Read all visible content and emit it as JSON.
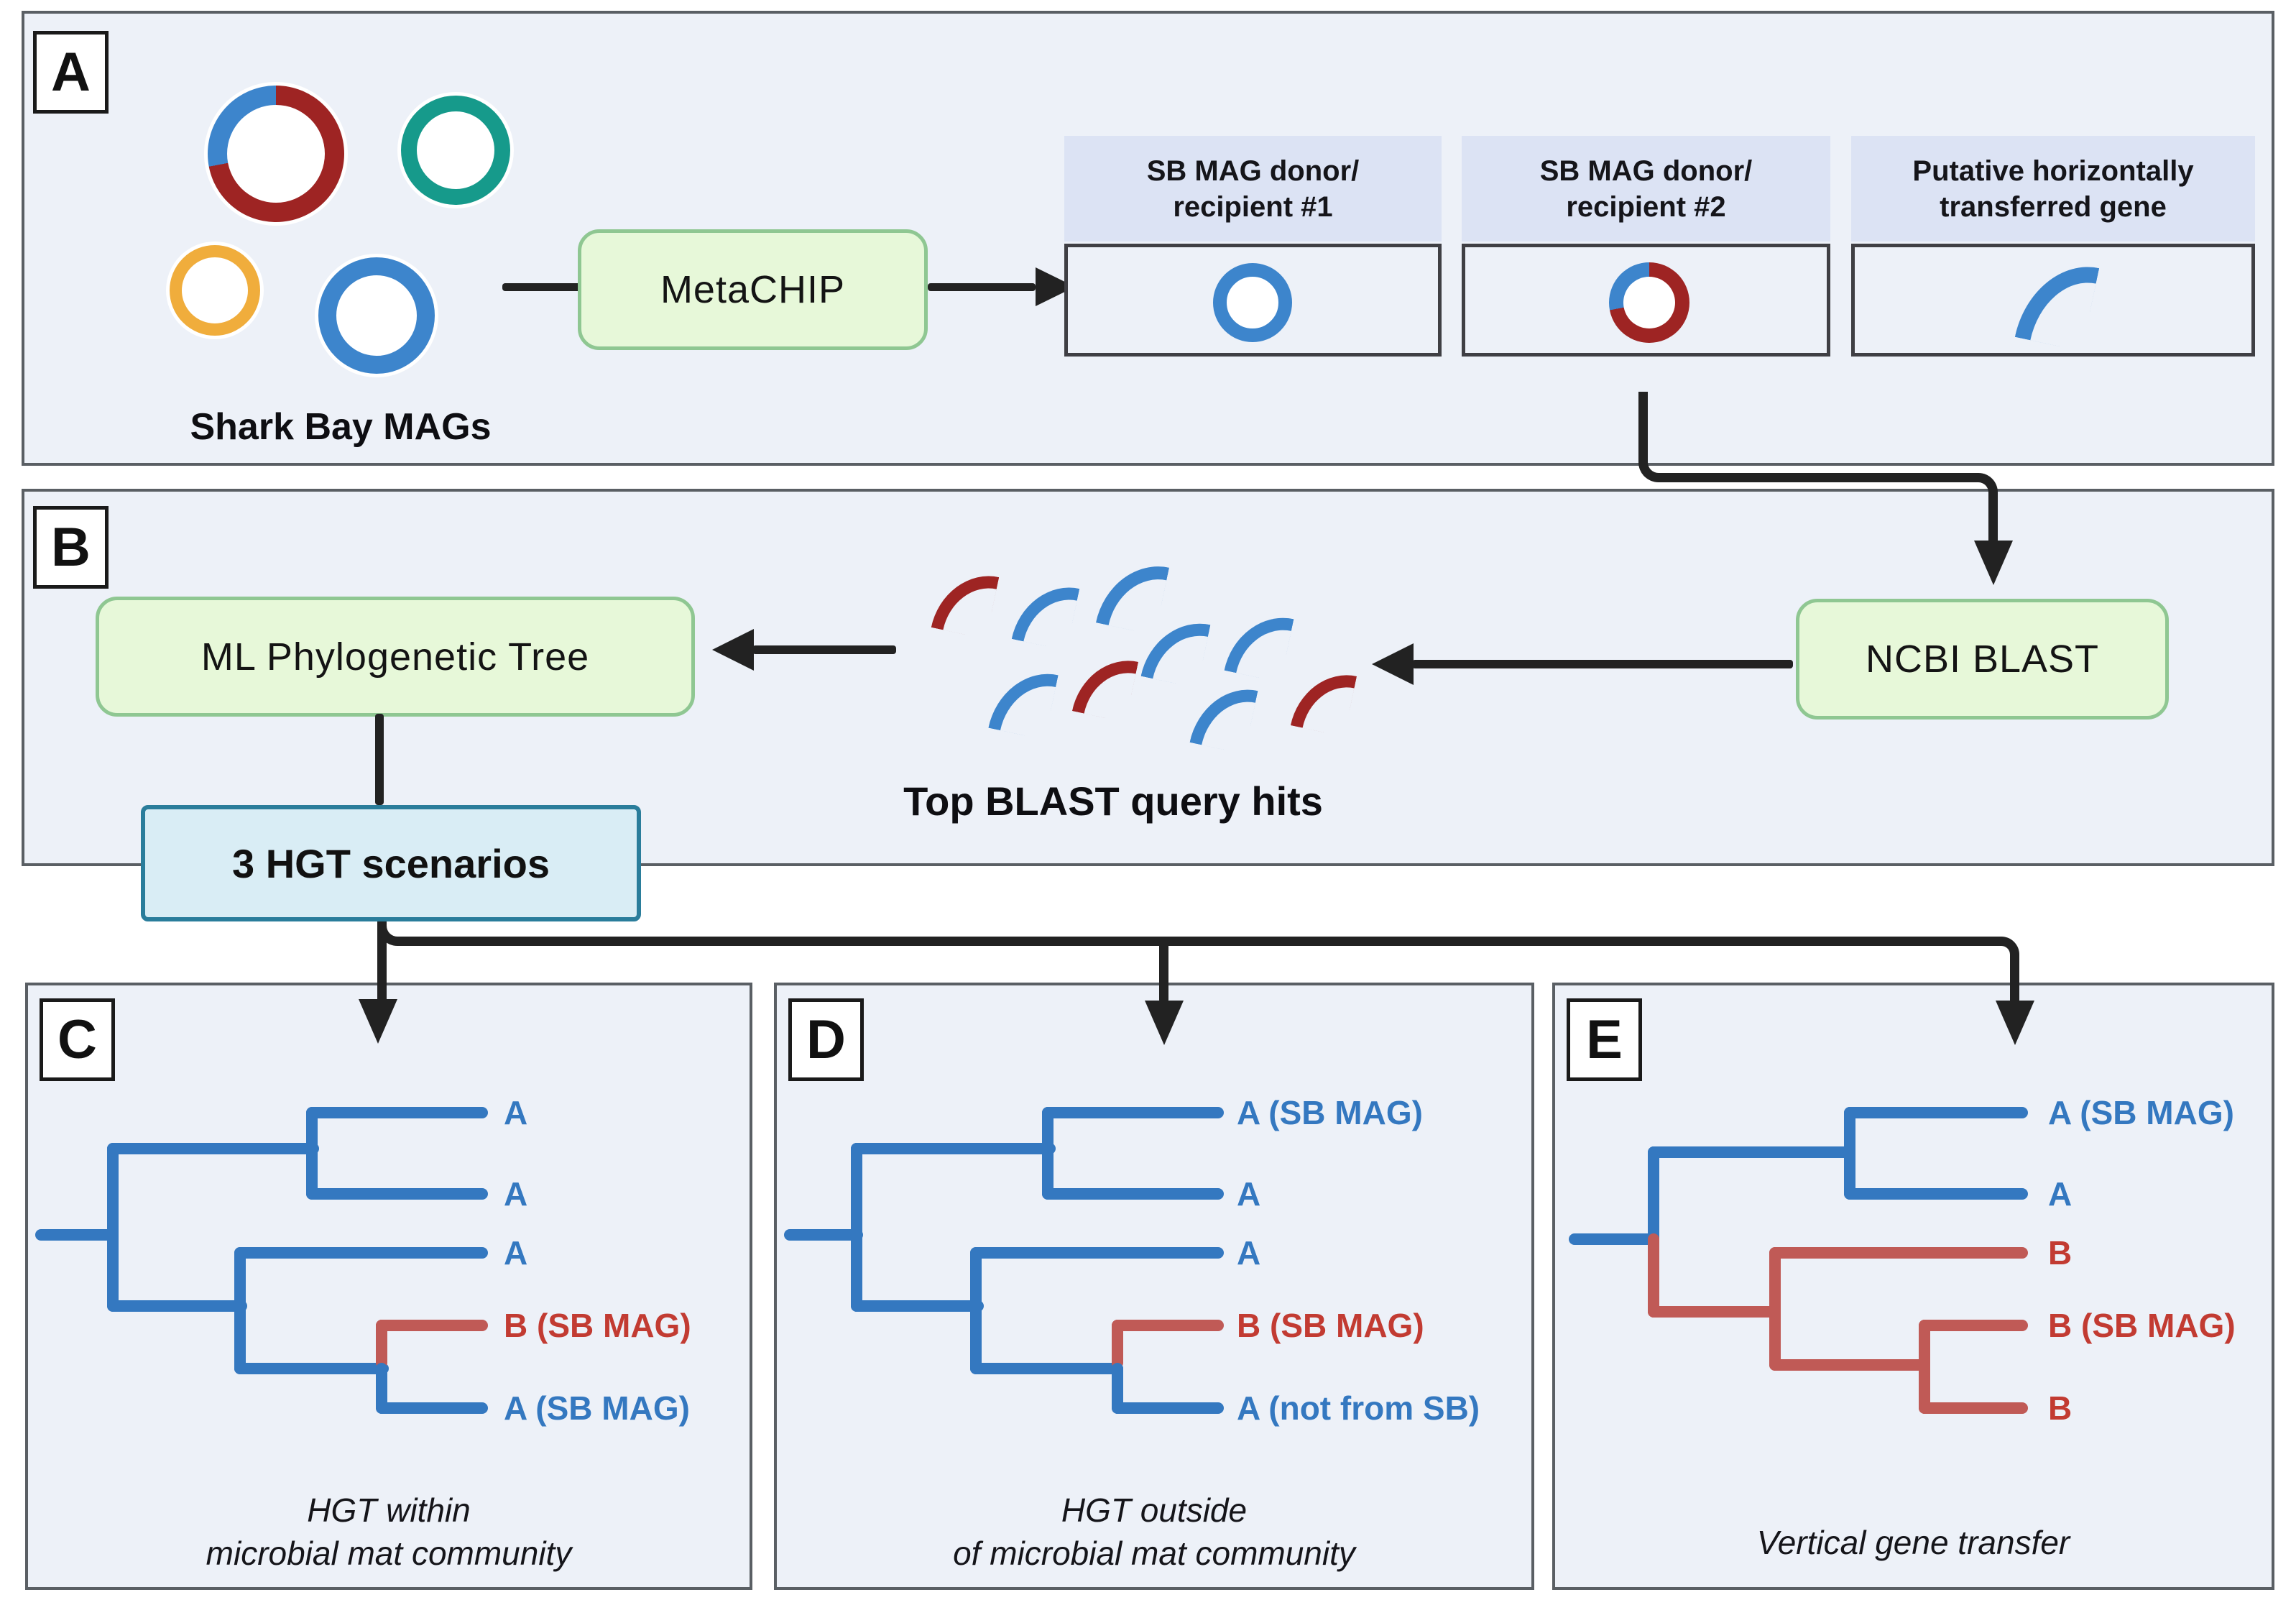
{
  "colors": {
    "panel_bg": "#edf1f8",
    "panel_border": "#5a5f64",
    "header_bg": "#dce3f4",
    "green_bg": "#e7f8d9",
    "green_border": "#8fc792",
    "cyan_bg": "#d9edf5",
    "cyan_border": "#2a7d9b",
    "arrow": "#222222",
    "tree_blue": "#3478c0",
    "tree_red": "#c05a56",
    "label_blue": "#3478c0",
    "label_red": "#c23b32",
    "ring_dark_red": "#9e2423",
    "ring_blue": "#3d85cc",
    "ring_teal": "#169a8b",
    "ring_yellow": "#f0ad3c",
    "box_border": "#3f3f44"
  },
  "panel_a": {
    "label": "A",
    "caption": "Shark Bay MAGs",
    "tool": "MetaCHIP",
    "mag_icons": [
      "split-genome-ring",
      "teal-genome-ring",
      "yellow-genome-ring",
      "blue-genome-ring"
    ],
    "boxes": [
      {
        "title1": "SB MAG donor/",
        "title2": "recipient #1",
        "icon": "blue-genome-ring"
      },
      {
        "title1": "SB MAG donor/",
        "title2": "recipient #2",
        "icon": "split-genome-ring"
      },
      {
        "title1": "Putative horizontally",
        "title2": "transferred gene",
        "icon": "blue-gene-arc"
      }
    ]
  },
  "panel_b": {
    "label": "B",
    "ml_box": "ML Phylogenetic Tree",
    "hits_caption": "Top BLAST query hits",
    "blast_box": "NCBI BLAST",
    "hit_arcs": [
      "red",
      "blue",
      "blue",
      "blue",
      "blue",
      "blue",
      "red",
      "blue",
      "red"
    ]
  },
  "scenarios": {
    "label": "3 HGT scenarios"
  },
  "panel_c": {
    "label": "C",
    "tips": [
      {
        "text": "A",
        "color": "blue"
      },
      {
        "text": "A",
        "color": "blue"
      },
      {
        "text": "A",
        "color": "blue"
      },
      {
        "text": "B (SB MAG)",
        "color": "red"
      },
      {
        "text": "A (SB MAG)",
        "color": "blue"
      }
    ],
    "caption": [
      "HGT within",
      "microbial mat community"
    ]
  },
  "panel_d": {
    "label": "D",
    "tips": [
      {
        "text": "A (SB MAG)",
        "color": "blue"
      },
      {
        "text": "A",
        "color": "blue"
      },
      {
        "text": "A",
        "color": "blue"
      },
      {
        "text": "B (SB MAG)",
        "color": "red"
      },
      {
        "text": "A (not from SB)",
        "color": "blue"
      }
    ],
    "caption": [
      "HGT outside",
      "of microbial mat community"
    ]
  },
  "panel_e": {
    "label": "E",
    "tips": [
      {
        "text": "A (SB MAG)",
        "color": "blue"
      },
      {
        "text": "A",
        "color": "blue"
      },
      {
        "text": "B",
        "color": "red"
      },
      {
        "text": "B (SB MAG)",
        "color": "red"
      },
      {
        "text": "B",
        "color": "red"
      }
    ],
    "caption": [
      "Vertical gene transfer"
    ]
  }
}
